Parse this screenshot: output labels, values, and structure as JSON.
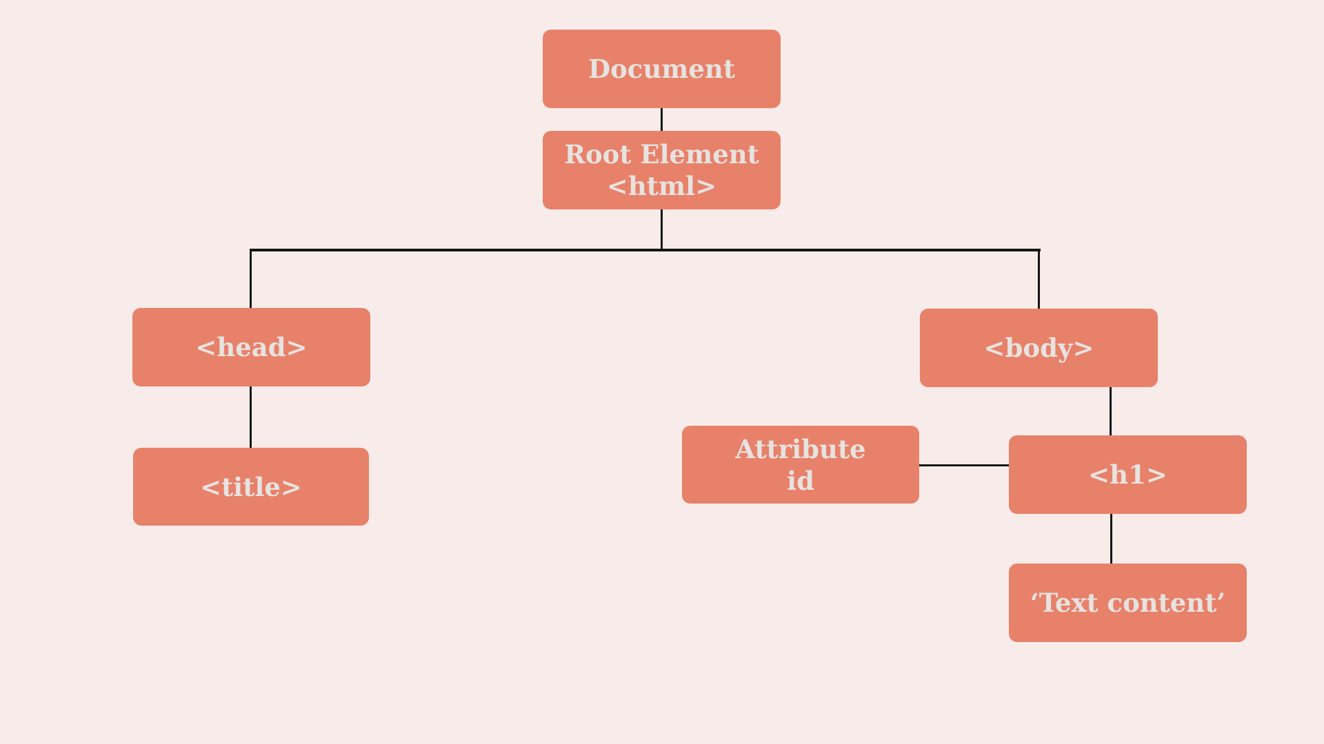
{
  "diagram": {
    "nodes": {
      "document": {
        "label": "Document"
      },
      "root": {
        "line1": "Root Element",
        "line2": "<html>"
      },
      "head": {
        "label": "<head>"
      },
      "title": {
        "label": "<title>"
      },
      "body": {
        "label": "<body>"
      },
      "attribute": {
        "line1": "Attribute",
        "line2": "id"
      },
      "h1": {
        "label": "<h1>"
      },
      "text": {
        "label": "‘Text content’"
      }
    },
    "colors": {
      "background": "#F7ECEA",
      "node_fill": "#E8816A",
      "node_text": "#E6E3E0",
      "connector": "#141414"
    }
  }
}
